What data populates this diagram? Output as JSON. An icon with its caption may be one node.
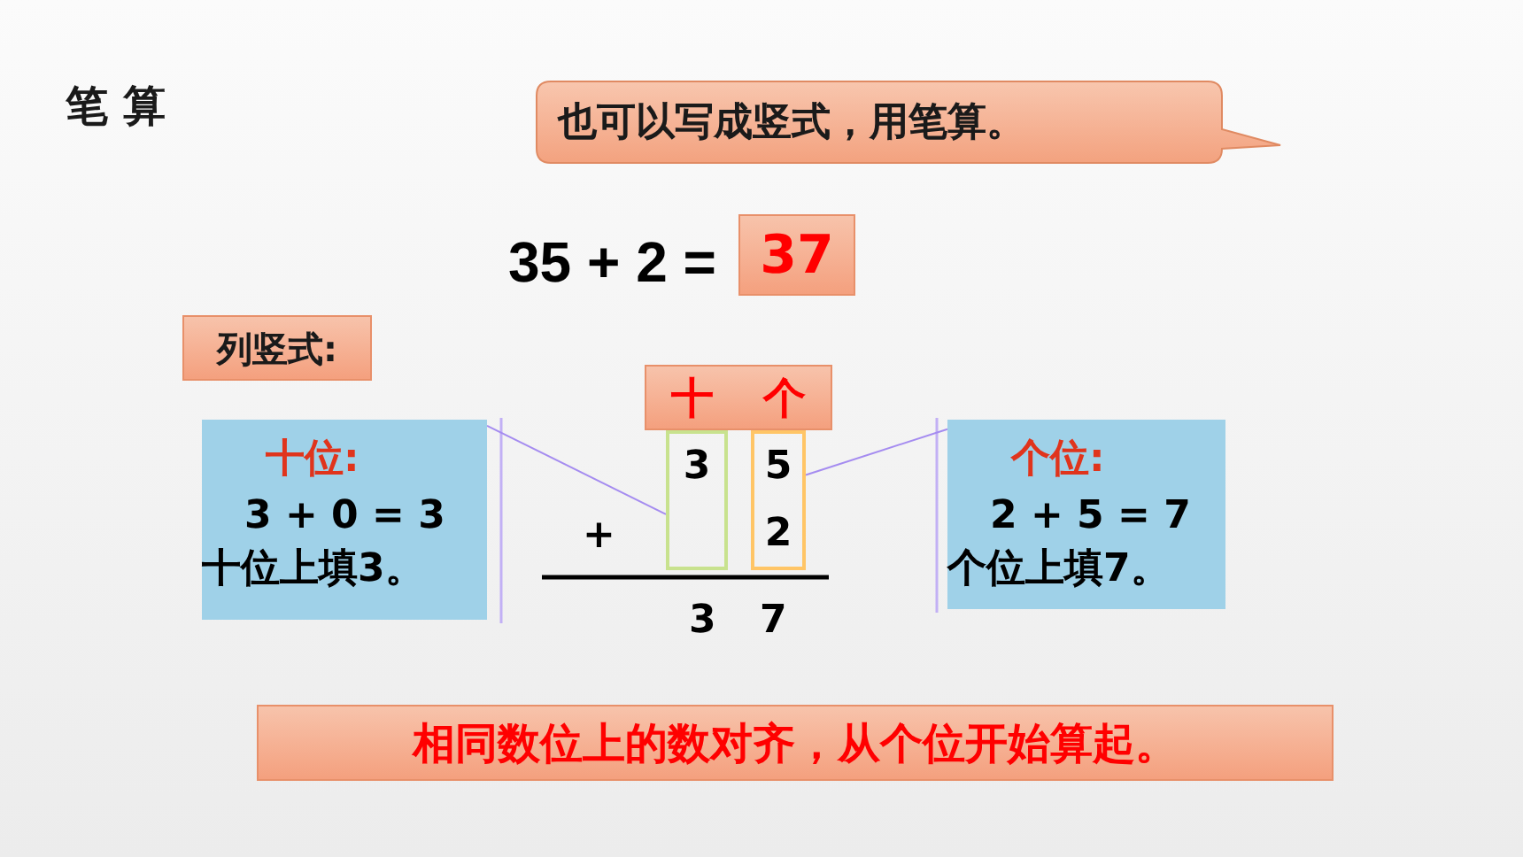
{
  "diagram": {
    "title": "笔 算",
    "nodes": [
      {
        "text": [
          "也可以写成竖式，用笔算。"
        ]
      },
      {
        "text": [
          "37"
        ]
      },
      {
        "text": [
          "列竖式:"
        ]
      },
      {
        "text": [
          "十",
          "个"
        ]
      },
      {
        "text": [
          "十位:",
          "3 + 0 = 3",
          "十位上填3。"
        ]
      },
      {
        "text": [
          "3"
        ]
      },
      {
        "text": [
          "5",
          "2"
        ]
      },
      {
        "text": [
          "个位:",
          "2 + 5 = 7",
          "个位上填7。"
        ]
      },
      {
        "text": [
          "相同数位上的数对齐，从个位开始算起。"
        ]
      }
    ],
    "edges": [
      {
        "from": 4,
        "to": 5,
        "arrow": "none"
      },
      {
        "from": 7,
        "to": 6,
        "arrow": "none"
      }
    ],
    "labels": [
      "35 + 2 =",
      "+",
      "3",
      "7"
    ]
  }
}
